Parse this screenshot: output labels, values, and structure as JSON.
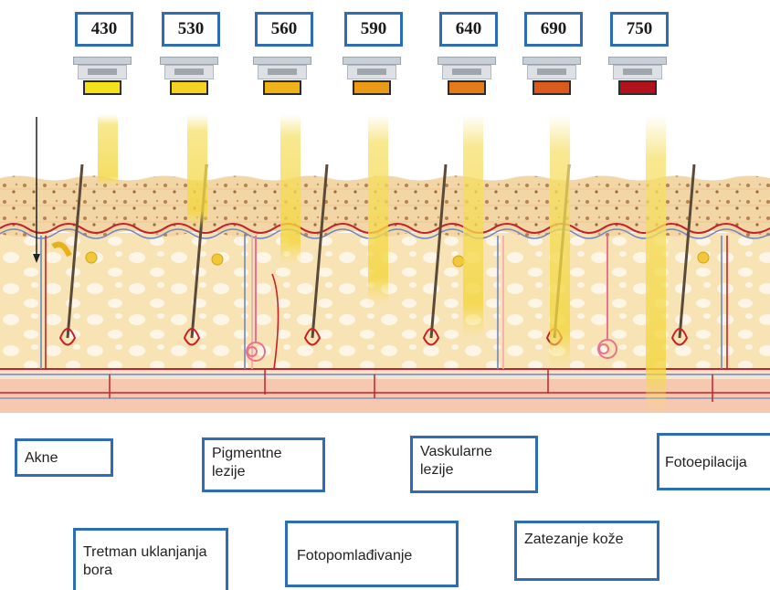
{
  "wavelengths": [
    {
      "label": "430",
      "filter_color": "#f3e21a"
    },
    {
      "label": "530",
      "filter_color": "#f5d21f"
    },
    {
      "label": "560",
      "filter_color": "#efb21a"
    },
    {
      "label": "590",
      "filter_color": "#eb9a16"
    },
    {
      "label": "640",
      "filter_color": "#e57a1a"
    },
    {
      "label": "690",
      "filter_color": "#dc5a1c"
    },
    {
      "label": "750",
      "filter_color": "#b3121c"
    }
  ],
  "treatments": {
    "acne": "Akne",
    "pigmented_lesions": "Pigmentne lezije",
    "vascular_lesions": "Vaskularne lezije",
    "photoepilation": "Fotoepilacija",
    "wrinkle_removal": "Tretman uklanjanja bora",
    "photorejuvenation": "Fotopomlađivanje",
    "skin_tightening": "Zatezanje kože"
  },
  "colors": {
    "box_border": "#2e6db4",
    "epidermis": "#f2d9b0",
    "dermis": "#f8e3b4",
    "hypodermis": "#f6c8b0",
    "vessel_red": "#c8202a",
    "vessel_blue": "#6d86c4",
    "light_beam": "#f6e06a"
  }
}
